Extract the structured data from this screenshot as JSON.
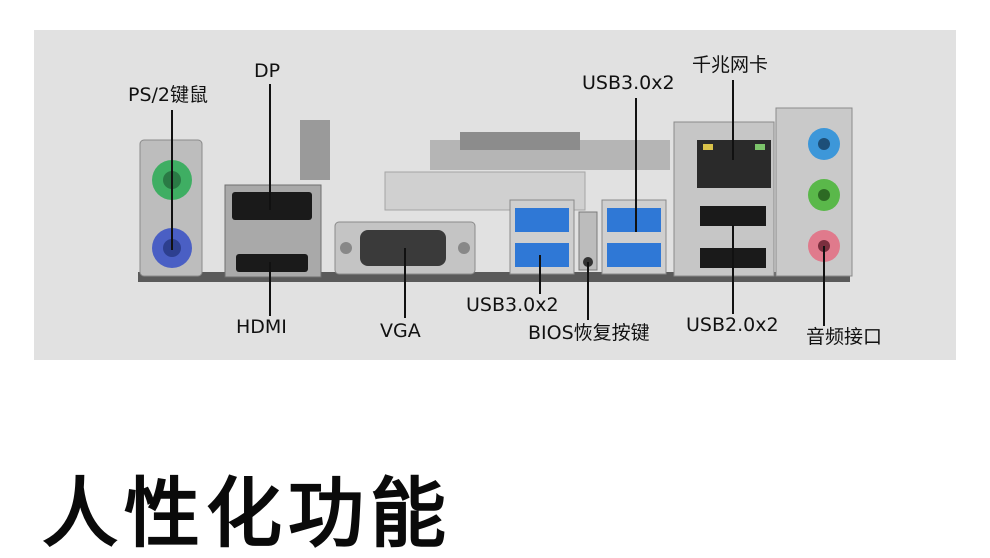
{
  "labels": {
    "ps2": "PS/2键鼠",
    "dp": "DP",
    "hdmi": "HDMI",
    "vga": "VGA",
    "usb3_left": "USB3.0x2",
    "usb3_right": "USB3.0x2",
    "bios": "BIOS恢复按键",
    "lan": "千兆网卡",
    "usb2": "USB2.0x2",
    "audio": "音频接口"
  },
  "headline": "人性化功能",
  "colors": {
    "panel": "#e1e1e1",
    "ps2_mouse": "#3fae63",
    "ps2_keyboard": "#4a5fc4",
    "usb3": "#2f78d6",
    "audio_blue": "#3d97d9",
    "audio_green": "#5ab84a",
    "audio_pink": "#e07a8c"
  }
}
